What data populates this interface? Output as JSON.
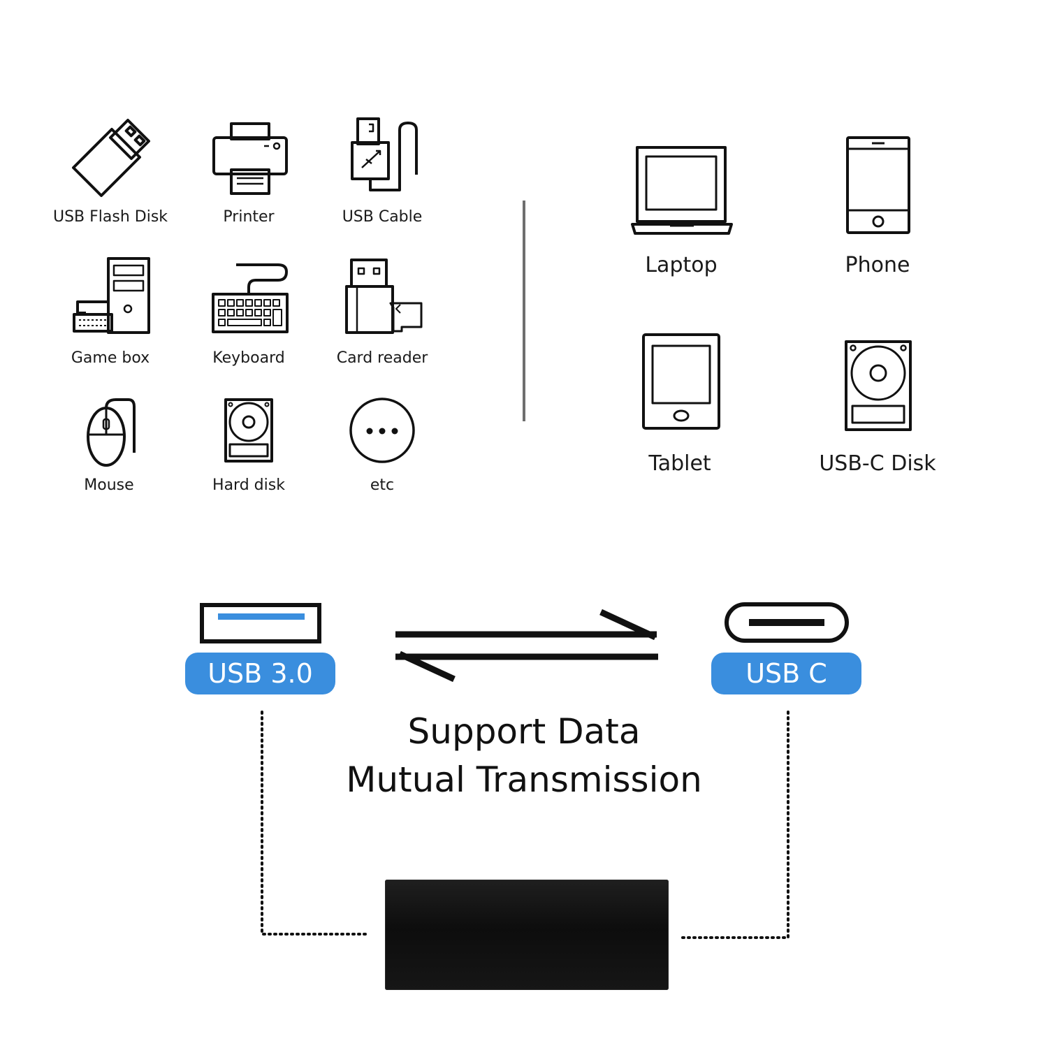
{
  "left_devices": [
    {
      "label": "USB Flash Disk",
      "icon": "usb-flash-disk-icon"
    },
    {
      "label": "Printer",
      "icon": "printer-icon"
    },
    {
      "label": "USB Cable",
      "icon": "usb-cable-icon"
    },
    {
      "label": "Game box",
      "icon": "game-box-icon"
    },
    {
      "label": "Keyboard",
      "icon": "keyboard-icon"
    },
    {
      "label": "Card reader",
      "icon": "card-reader-icon"
    },
    {
      "label": "Mouse",
      "icon": "mouse-icon"
    },
    {
      "label": "Hard disk",
      "icon": "hard-disk-icon"
    },
    {
      "label": "etc",
      "icon": "more-icon"
    }
  ],
  "right_devices": [
    {
      "label": "Laptop",
      "icon": "laptop-icon"
    },
    {
      "label": "Phone",
      "icon": "phone-icon"
    },
    {
      "label": "Tablet",
      "icon": "tablet-icon"
    },
    {
      "label": "USB-C Disk",
      "icon": "usb-c-disk-icon"
    }
  ],
  "ports": {
    "left": {
      "label": "USB 3.0",
      "icon": "usb-a-port-icon"
    },
    "right": {
      "label": "USB C",
      "icon": "usb-c-port-icon"
    }
  },
  "headline": {
    "line1": "Support Data",
    "line2": "Mutual Transmission"
  },
  "colors": {
    "badge": "#3a8ede",
    "usb3_tongue": "#3a8ede",
    "divider": "#6e6e6e",
    "device_body": "#141414"
  }
}
